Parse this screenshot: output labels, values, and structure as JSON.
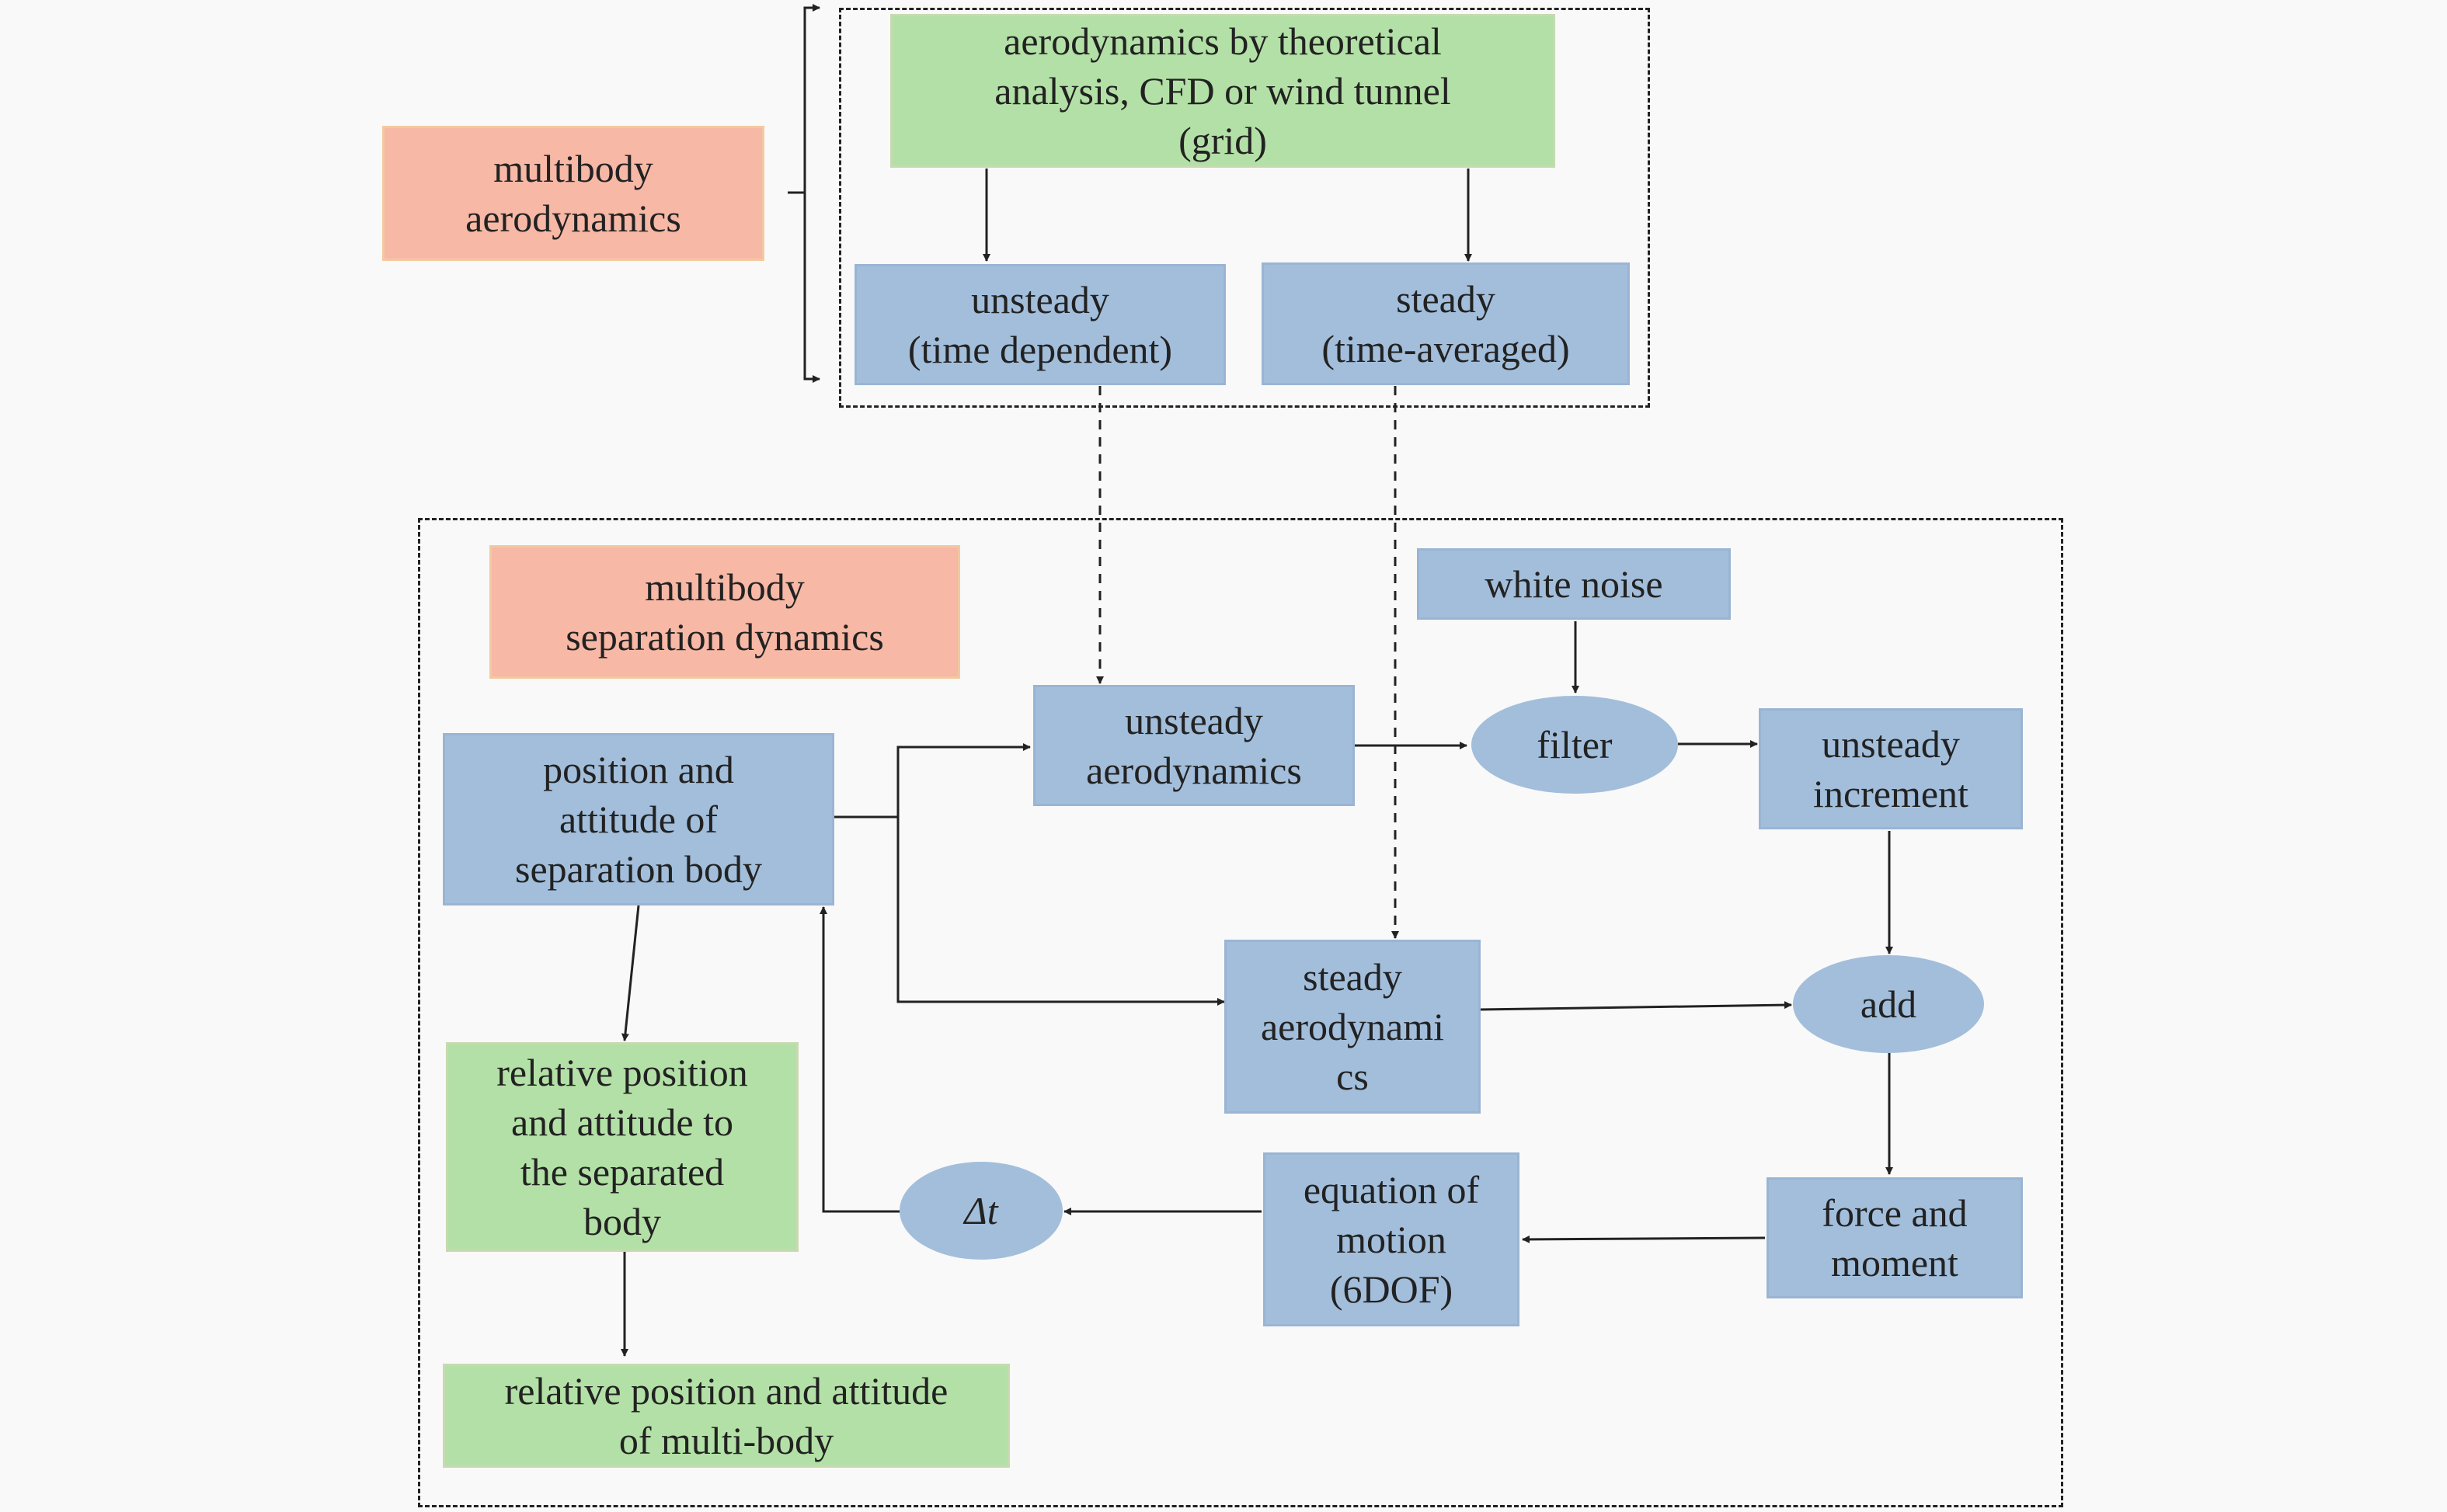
{
  "nodes": {
    "multibody_aero": "multibody\naerodynamics",
    "aero_source": "aerodynamics by theoretical\nanalysis, CFD or wind tunnel\n(grid)",
    "unsteady_td": "unsteady\n(time dependent)",
    "steady_ta": "steady\n(time-averaged)",
    "multibody_sep": "multibody\nseparation dynamics",
    "white_noise": "white noise",
    "unsteady_aero": "unsteady\naerodynamics",
    "filter": "filter",
    "unsteady_inc": "unsteady\nincrement",
    "pos_att": "position and\nattitude of\nseparation body",
    "steady_aero": "steady\naerodynami\ncs",
    "add": "add",
    "rel_pos": "relative position\nand attitude to\nthe separated\nbody",
    "delta_t": "Δt",
    "eom": "equation of\nmotion\n(6DOF)",
    "force_moment": "force and\nmoment",
    "rel_multi": "relative position and attitude\nof multi-body"
  },
  "colors": {
    "blue": "#a2bedb",
    "green": "#b3e0a6",
    "pink": "#f7b8a6"
  }
}
